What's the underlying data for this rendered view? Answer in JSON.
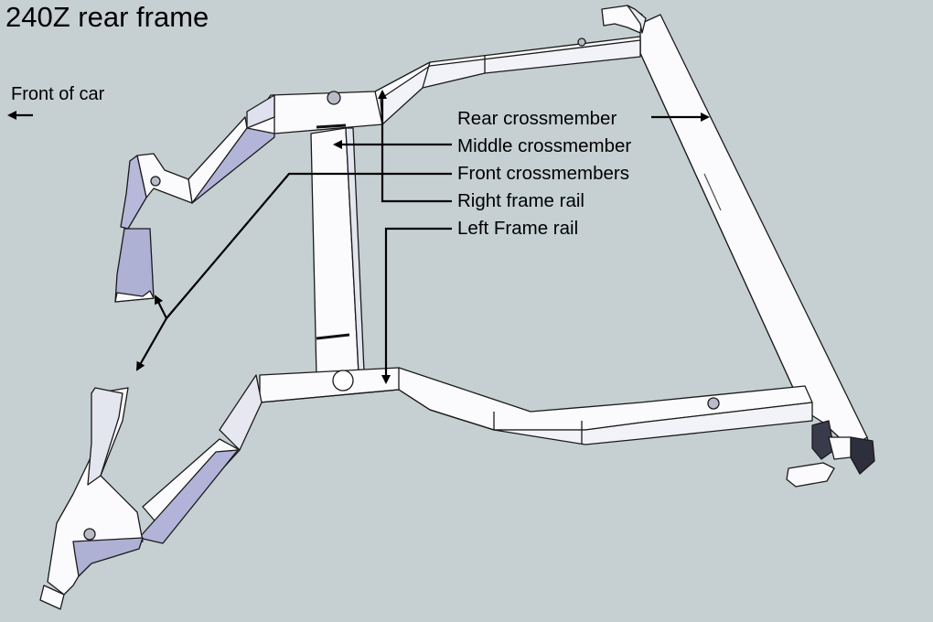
{
  "title": "240Z rear frame",
  "direction_label": "Front of car",
  "callouts": {
    "rear_crossmember": "Rear crossmember",
    "middle_crossmember": "Middle crossmember",
    "front_crossmembers": "Front crossmembers",
    "right_frame_rail": "Right frame rail",
    "left_frame_rail": "Left Frame rail"
  },
  "colors": {
    "background": "#c6d0d2",
    "frame_face": "#fbfbfd",
    "frame_shade": "#a9acd6",
    "frame_dark": "#3a3b4a",
    "outline": "#000000"
  }
}
